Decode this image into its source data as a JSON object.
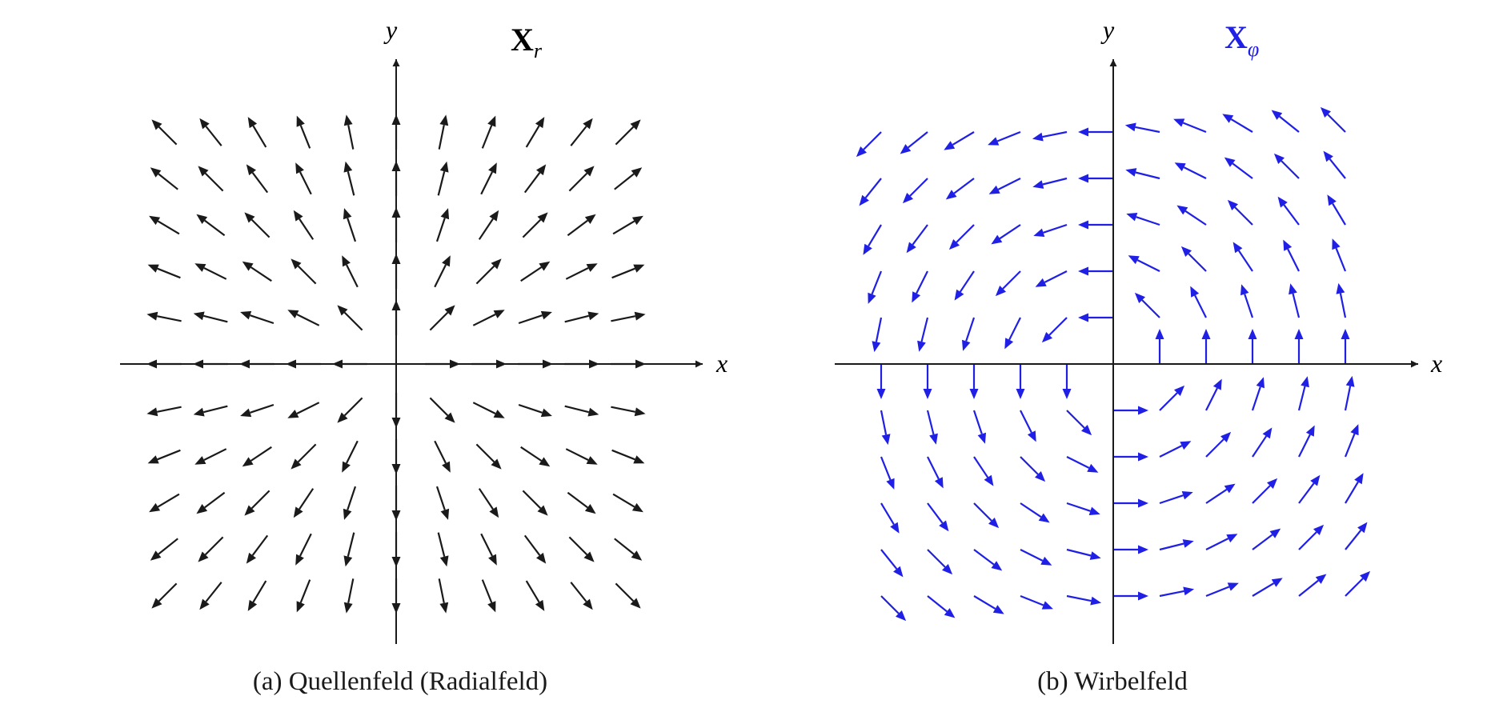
{
  "colors": {
    "black": "#1a1a1a",
    "blue": "#1f1fe6"
  },
  "panel_a": {
    "x_label": "x",
    "y_label": "y",
    "title_main": "X",
    "title_sub": "r",
    "caption": "(a) Quellenfeld (Radialfeld)",
    "color": "#1a1a1a",
    "field": "radial",
    "grid_values": [
      -5,
      -4,
      -3,
      -2,
      -1,
      0,
      1,
      2,
      3,
      4,
      5
    ]
  },
  "panel_b": {
    "x_label": "x",
    "y_label": "y",
    "title_main": "X",
    "title_sub": "φ",
    "caption": "(b) Wirbelfeld",
    "color": "#1f1fe6",
    "field": "rotational",
    "grid_values": [
      -5,
      -4,
      -3,
      -2,
      -1,
      0,
      1,
      2,
      3,
      4,
      5
    ]
  }
}
